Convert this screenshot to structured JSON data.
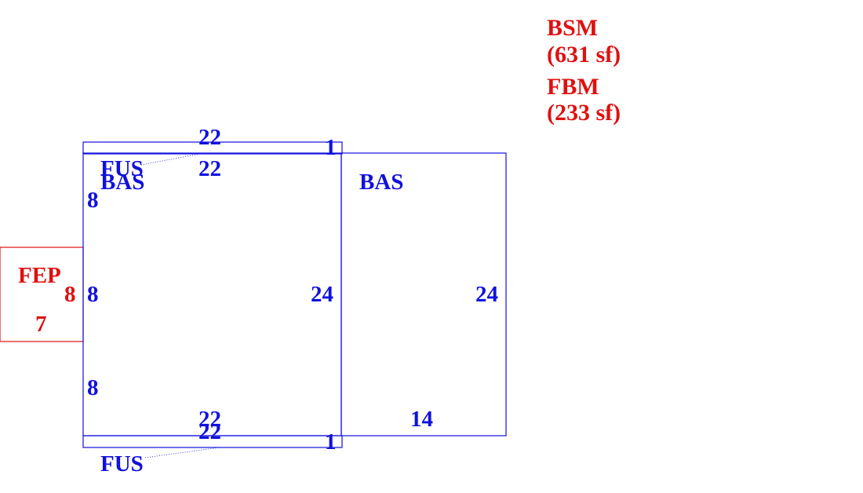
{
  "colors": {
    "blue": "#1010e0",
    "red": "#e01010",
    "background": "#ffffff"
  },
  "legend": {
    "line1": "BSM",
    "line2": "(631 sf)",
    "line3": "FBM",
    "line4": "(233 sf)"
  },
  "areas": {
    "bas_left": "BAS",
    "bas_right": "BAS",
    "fus_top": "FUS",
    "fus_bottom": "FUS",
    "fep": "FEP"
  },
  "dimensions": {
    "fus_top_width": "22",
    "fus_top_end": "1",
    "bas_left_top": "22",
    "bas_left_side_upper": "8",
    "bas_left_side_mid": "8",
    "bas_left_side_lower": "8",
    "bas_left_right_side": "24",
    "bas_left_bottom": "22",
    "fus_bottom_width": "22",
    "fus_bottom_end": "1",
    "bas_right_side": "24",
    "bas_right_bottom": "14",
    "fep_side": "8",
    "fep_bottom": "7"
  }
}
